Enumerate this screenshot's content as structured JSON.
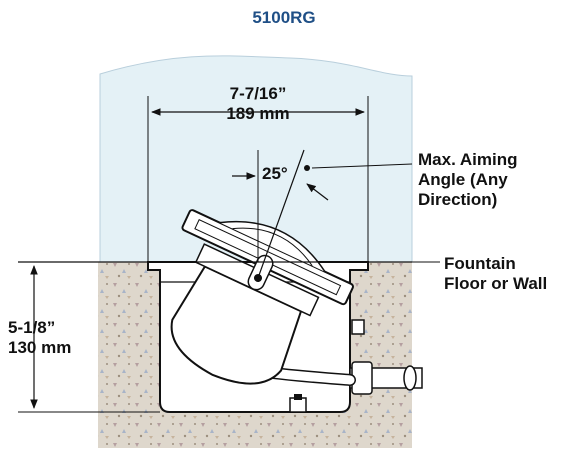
{
  "diagram": {
    "title": "5100RG",
    "width_dimension": {
      "imperial": "7-7/16”",
      "metric": "189 mm"
    },
    "depth_dimension": {
      "imperial": "5-1/8”",
      "metric": "130 mm"
    },
    "angle_label": "25°",
    "callouts": {
      "aiming": [
        "Max. Aiming",
        "Angle (Any",
        "Direction)"
      ],
      "floor": [
        "Fountain",
        "Floor or Wall"
      ]
    },
    "colors": {
      "water": "#e4f1f6",
      "water_edge": "#b9cfdc",
      "concrete": "#ded7cc",
      "title": "#1f4f86",
      "line": "#111111"
    }
  }
}
